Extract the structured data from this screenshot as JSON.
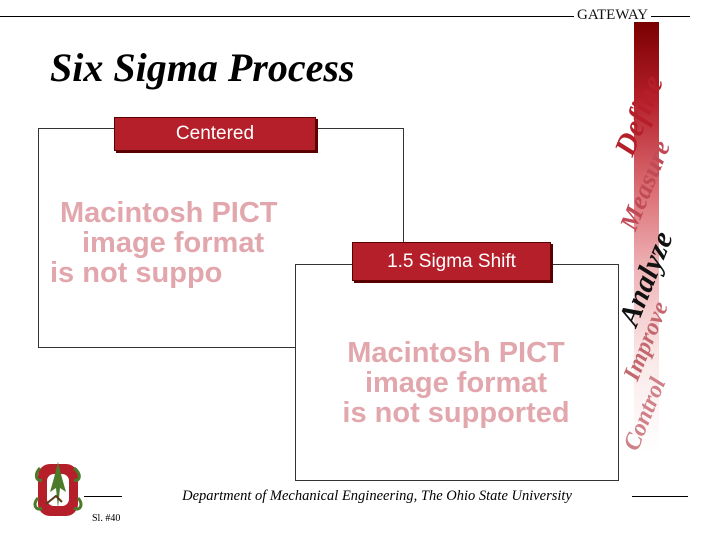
{
  "header": {
    "gateway": "GATEWAY"
  },
  "title": "Six Sigma Process",
  "steps": {
    "define": "Define",
    "measure": "Measure",
    "analyze": "Analyze",
    "improve": "Improve",
    "control": "Control"
  },
  "figure1": {
    "label": "Centered",
    "placeholder_lines": [
      "Macintosh PICT",
      "image format",
      "is not suppo"
    ]
  },
  "figure2": {
    "label": "1.5 Sigma Shift",
    "placeholder_lines": [
      "Macintosh PICT",
      "image format",
      "is not supported"
    ]
  },
  "footer": {
    "department": "Department of Mechanical Engineering, The Ohio State University",
    "slide_number": "Sl. #40",
    "logo_icon": "ohio-state-block-o-logo-icon"
  },
  "colors": {
    "accent_red": "#b51f2a",
    "placeholder_pink": "#e2a6ad"
  }
}
